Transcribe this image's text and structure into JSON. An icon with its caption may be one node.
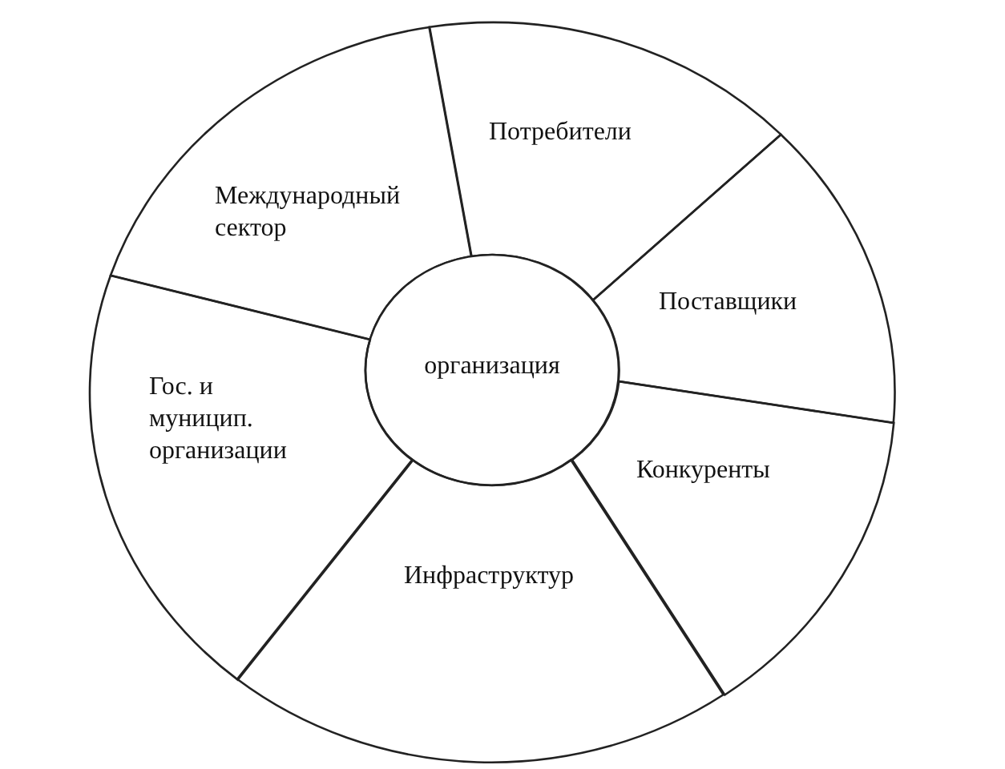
{
  "diagram": {
    "nodes": [
      {
        "text": [
          "Потребители"
        ]
      },
      {
        "text": [
          "Международный сектор"
        ]
      },
      {
        "text": [
          "Поставщики"
        ]
      },
      {
        "text": [
          "организация"
        ]
      },
      {
        "text": [
          "Гос. и муницип. организации"
        ]
      },
      {
        "text": [
          "Конкуренты"
        ]
      },
      {
        "text": [
          "Инфраструктур"
        ]
      }
    ]
  }
}
